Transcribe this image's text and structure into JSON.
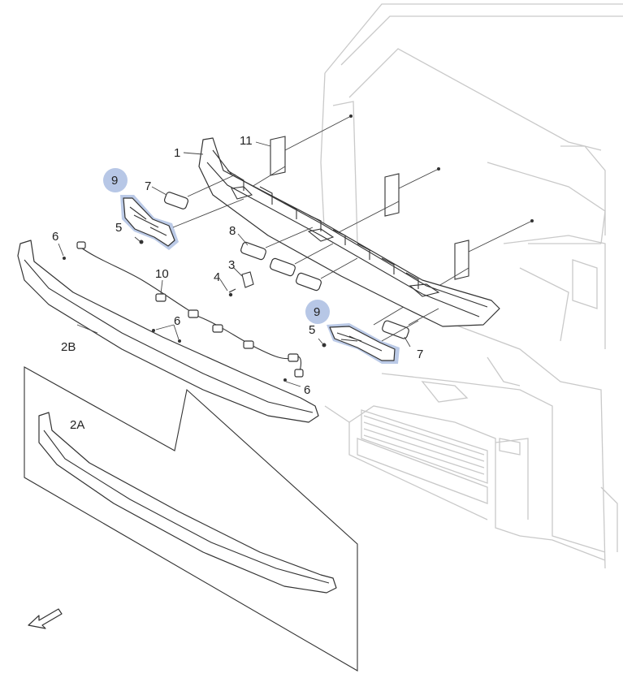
{
  "diagram": {
    "callouts": {
      "c1": "1",
      "c2a": "2A",
      "c2b": "2B",
      "c3": "3",
      "c4": "4",
      "c5a": "5",
      "c5b": "5",
      "c6a": "6",
      "c6b": "6",
      "c6c": "6",
      "c7a": "7",
      "c7b": "7",
      "c8": "8",
      "c9a": "9",
      "c9b": "9",
      "c10": "10",
      "c11": "11"
    },
    "highlight_color": "#b7c7e6",
    "direction_arrow": "arrow-icon"
  }
}
